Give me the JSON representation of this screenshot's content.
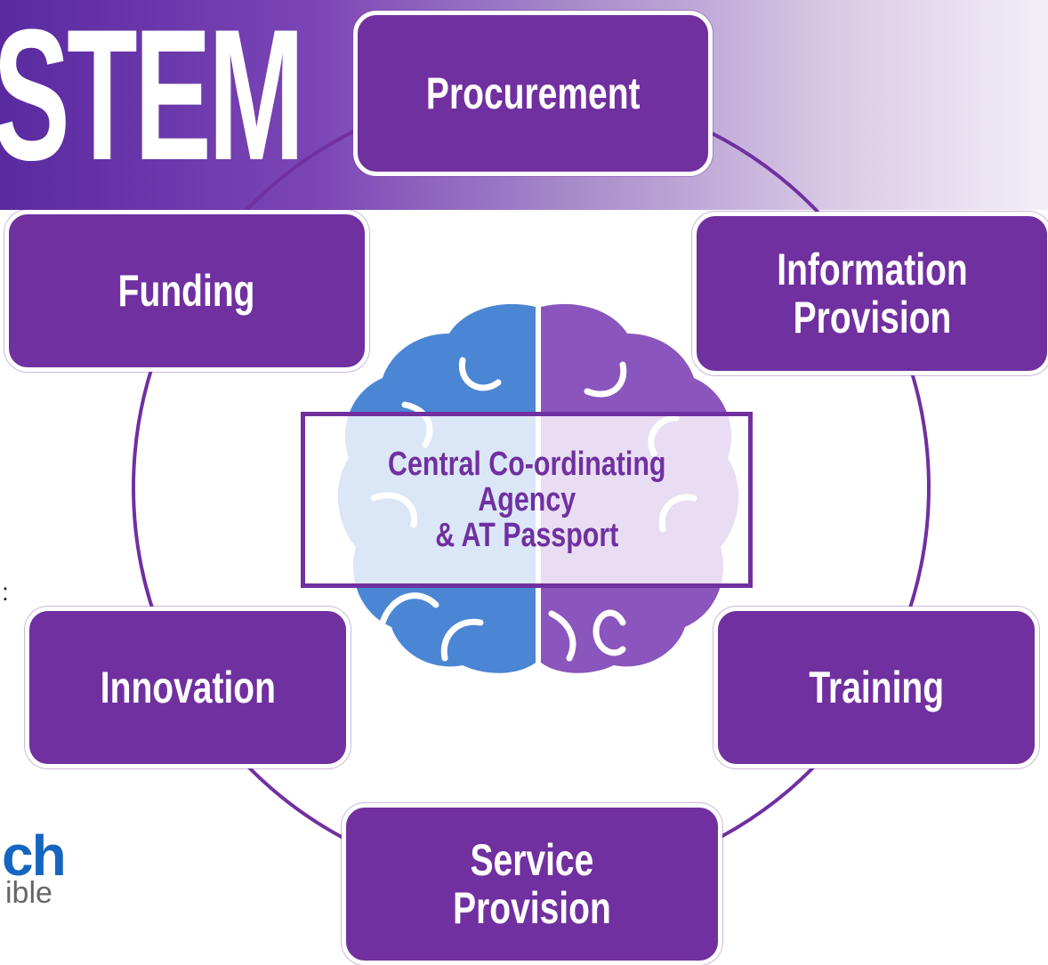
{
  "banner": {
    "text": "STEM"
  },
  "nodes": {
    "procurement": "Procurement",
    "information_provision": "Information\nProvision",
    "funding": "Funding",
    "innovation": "Innovation",
    "training": "Training",
    "service_provision": "Service\nProvision"
  },
  "center": {
    "text": "Central Co-ordinating\nAgency\n& AT Passport"
  },
  "logo": {
    "primary": "ch",
    "secondary": "ible"
  },
  "edge_fragment": ":",
  "colors": {
    "node_fill": "#7030a0",
    "ring": "#7030a0",
    "brain_left": "#4a86d4",
    "brain_right": "#8a55bd",
    "logo_blue": "#1565c0"
  },
  "icons": {
    "center_graphic": "brain-icon"
  }
}
